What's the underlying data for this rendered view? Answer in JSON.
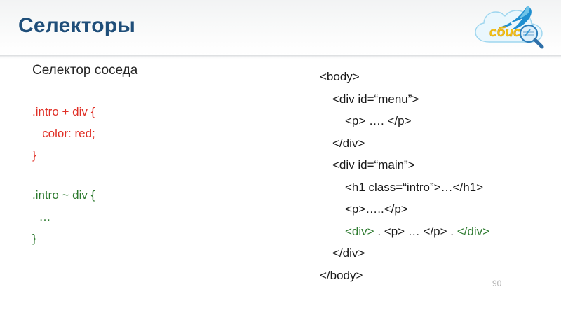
{
  "slide": {
    "title": "Селекторы",
    "page_number": "90",
    "accent_title_color": "#1f4e79",
    "red_color": "#e03027",
    "green_color": "#2d7a2f"
  },
  "logo": {
    "name": "sbis-logo",
    "wordmark": "сбис",
    "elements": [
      "cloud-shape",
      "blue-bird",
      "magnifier-glass"
    ],
    "cloud_color": "#e9f6fd",
    "bird_color": "#1b87c9",
    "wordmark_color": "#f5c518",
    "magnifier_color": "#2e7fbb"
  },
  "left": {
    "subtitle": "Селектор соседа",
    "css_blocks": [
      {
        "color_key": "red",
        "lines": [
          ".intro + div {",
          "   color: red;",
          "}"
        ]
      },
      {
        "color_key": "green",
        "lines": [
          ".intro ~ div {",
          "  …",
          "}"
        ]
      }
    ]
  },
  "right": {
    "code_lines": [
      {
        "indent": 0,
        "segments": [
          {
            "text": "<body>",
            "color": "black"
          }
        ]
      },
      {
        "indent": 1,
        "segments": [
          {
            "text": "<div id=“menu”>",
            "color": "black"
          }
        ]
      },
      {
        "indent": 2,
        "segments": [
          {
            "text": "<p> …. </p>",
            "color": "black"
          }
        ]
      },
      {
        "indent": 1,
        "segments": [
          {
            "text": "</div>",
            "color": "black"
          }
        ]
      },
      {
        "indent": 1,
        "segments": [
          {
            "text": "<div id=“main”>",
            "color": "black"
          }
        ]
      },
      {
        "indent": 2,
        "segments": [
          {
            "text": "<h1 class=“intro”>…</h1>",
            "color": "black"
          }
        ]
      },
      {
        "indent": 2,
        "segments": [
          {
            "text": "<p>…..</p>",
            "color": "black"
          }
        ]
      },
      {
        "indent": 2,
        "segments": [
          {
            "text": "<div>",
            "color": "green"
          },
          {
            "text": " . <p> … </p> . ",
            "color": "black"
          },
          {
            "text": "</div>",
            "color": "green"
          }
        ]
      },
      {
        "indent": 1,
        "segments": [
          {
            "text": "</div>",
            "color": "black"
          }
        ]
      },
      {
        "indent": 0,
        "segments": [
          {
            "text": "</body>",
            "color": "black"
          }
        ]
      }
    ]
  }
}
